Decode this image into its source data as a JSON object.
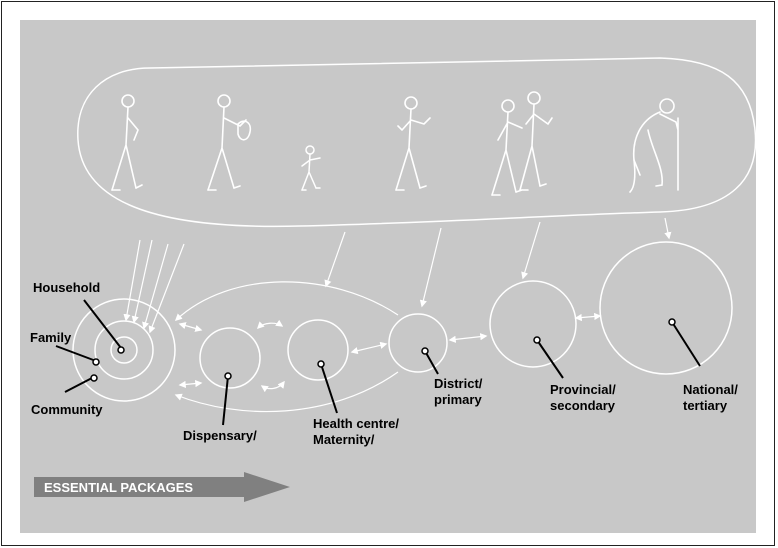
{
  "labels": {
    "household": "Household",
    "family": "Family",
    "community": "Community",
    "dispensary": "Dispensary/",
    "health_centre_1": "Health centre/",
    "health_centre_2": "Maternity/",
    "district_1": "District/",
    "district_2": "primary",
    "provincial_1": "Provincial/",
    "provincial_2": "secondary",
    "national_1": "National/",
    "national_2": "tertiary"
  },
  "banner": {
    "text": "ESSENTIAL PACKAGES"
  },
  "colors": {
    "panel_background": "#c8c8c8",
    "lines": "#ffffff",
    "arrow_fill": "#808080",
    "pointer": "#000000"
  }
}
